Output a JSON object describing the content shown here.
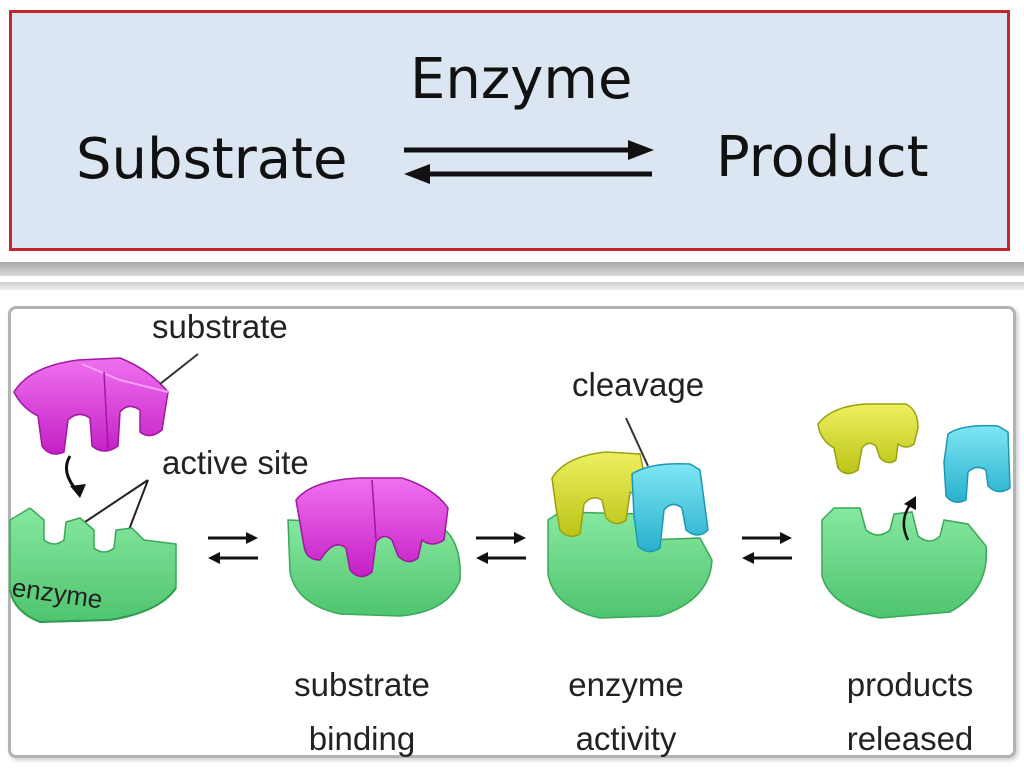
{
  "equation": {
    "catalyst": "Enzyme",
    "reactant": "Substrate",
    "product": "Product",
    "colors": {
      "box_fill": "#dce6f2",
      "box_border": "#c0282d",
      "arrow": "#111111"
    }
  },
  "diagram": {
    "labels": {
      "substrate": "substrate",
      "active_site": "active site",
      "enzyme": "enzyme",
      "cleavage": "cleavage"
    },
    "steps": [
      {
        "line1": "substrate",
        "line2": "binding"
      },
      {
        "line1": "enzyme",
        "line2": "activity"
      },
      {
        "line1": "products",
        "line2": "released"
      }
    ],
    "colors": {
      "enzyme": "#6fdc8c",
      "substrate": "#e040e0",
      "product_a": "#d8e030",
      "product_b": "#40c8e0"
    }
  }
}
